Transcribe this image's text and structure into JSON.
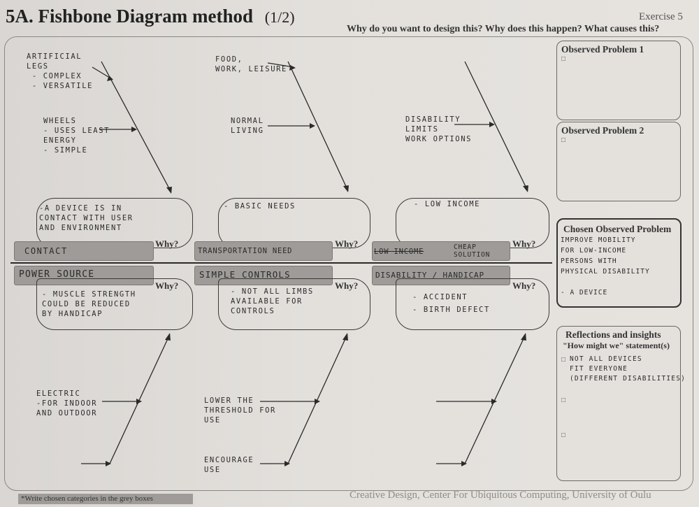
{
  "header": {
    "title": "5A. Fishbone Diagram method",
    "page": "(1/2)",
    "exercise": "Exercise 5",
    "subtitle": "Why do you want to design this? Why does this happen? What causes this?"
  },
  "why_label": "Why?",
  "categories": {
    "top": [
      "CONTACT",
      "TRANSPORTATION NEED",
      "CHEAP SOLUTION"
    ],
    "top_strikethrough": "LOW INCOME",
    "bottom": [
      "POWER SOURCE",
      "SIMPLE CONTROLS",
      "DISABILITY / HANDICAP"
    ]
  },
  "causes_top": [
    "-A DEVICE IS IN\nCONTACT WITH USER\nAND ENVIRONMENT",
    "- BASIC NEEDS",
    "- LOW INCOME"
  ],
  "causes_bottom": [
    "- MUSCLE STRENGTH\nCOULD BE REDUCED\nBY HANDICAP",
    "- NOT ALL LIMBS\nAVAILABLE FOR\nCONTROLS",
    "- ACCIDENT\n- BIRTH DEFECT"
  ],
  "branch_notes": {
    "b1_top": "ARTIFICIAL\nLEGS\n - COMPLEX\n - VERSATILE",
    "b1_mid": "WHEELS\n- USES LEAST\nENERGY\n- SIMPLE",
    "b2_top": "FOOD,\nWORK, LEISURE",
    "b2_mid": "NORMAL\nLIVING",
    "b3_mid": "DISABILITY\nLIMITS\nWORK OPTIONS",
    "b4_mid": "ELECTRIC\n-FOR INDOOR\nAND OUTDOOR",
    "b5_mid": "LOWER THE\nTHRESHOLD FOR\nUSE",
    "b5_low": "ENCOURAGE\nUSE"
  },
  "side": {
    "observed1": "Observed Problem 1",
    "observed2": "Observed Problem 2",
    "chosen_title": "Chosen Observed Problem",
    "chosen_text": "IMPROVE MOBILITY\nFOR LOW-INCOME\nPERSONS WITH\nPHYSICAL DISABILITY\n\n- A DEVICE",
    "reflections_title": "Reflections and insights",
    "reflections_sub": "\"How might we\" statement(s)",
    "reflections_text": "NOT ALL DEVICES\nFIT EVERYONE\n(DIFFERENT DISABILITIES)",
    "bullet": "□"
  },
  "footer": {
    "note": "*Write chosen categories in the grey boxes",
    "credits": "Creative Design, Center For Ubiquitous Computing, University of Oulu"
  }
}
